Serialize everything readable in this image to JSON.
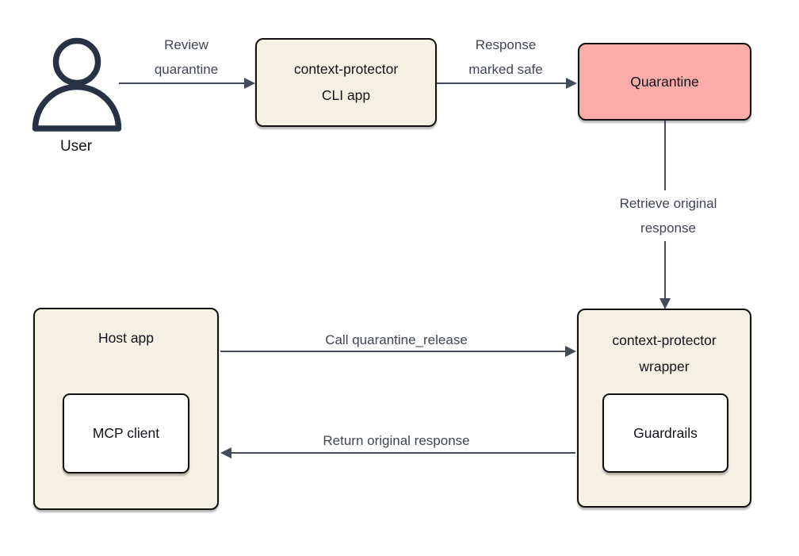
{
  "colors": {
    "node_fill": "#F5F1E2",
    "quarantine_fill": "#FCABAB",
    "inner_fill": "#ffffff",
    "node_border": "#111111",
    "edge_color": "#414B5A",
    "edge_label_color": "#404652",
    "node_text": "#101418",
    "user_icon_color": "#273345",
    "bg": "#ffffff"
  },
  "nodes": {
    "user": {
      "label": "User"
    },
    "cli": {
      "line1": "context-protector",
      "line2": "CLI app"
    },
    "quarantine": {
      "label": "Quarantine"
    },
    "host": {
      "label": "Host app",
      "inner": {
        "label": "MCP client"
      }
    },
    "wrapper": {
      "line1": "context-protector",
      "line2": "wrapper",
      "inner": {
        "label": "Guardrails"
      }
    }
  },
  "edges": {
    "review": {
      "line1": "Review",
      "line2": "quarantine"
    },
    "marked_safe": {
      "line1": "Response",
      "line2": "marked safe"
    },
    "retrieve": {
      "line1": "Retrieve original",
      "line2": "response"
    },
    "call_release": {
      "label": "Call quarantine_release"
    },
    "return_response": {
      "label": "Return original response"
    }
  }
}
